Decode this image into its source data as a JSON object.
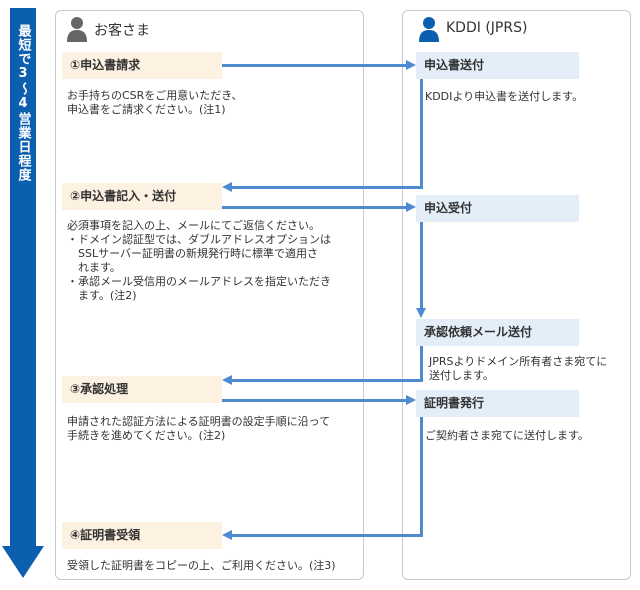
{
  "timeline": {
    "label": "最短で3〜4営業日程度"
  },
  "customer": {
    "title": "お客さま",
    "steps": [
      {
        "label": "①申込書請求",
        "desc": [
          "お手持ちのCSRをご用意いただき、",
          "申込書をご請求ください。(注1)"
        ]
      },
      {
        "label": "②申込書記入・送付",
        "desc": [
          "必須事項を記入の上、メールにてご返信ください。",
          "・ドメイン認証型では、ダブルアドレスオプションは",
          "　SSLサーバー証明書の新規発行時に標準で適用さ",
          "　れます。",
          "・承認メール受信用のメールアドレスを指定いただき",
          "　ます。(注2)"
        ]
      },
      {
        "label": "③承認処理",
        "desc": [
          "申請された認証方法による証明書の設定手順に沿って",
          "手続きを進めてください。(注2)"
        ]
      },
      {
        "label": "④証明書受領",
        "desc": [
          "受領した証明書をコピーの上、ご利用ください。(注3)"
        ]
      }
    ]
  },
  "provider": {
    "title": "KDDI (JPRS)",
    "steps": [
      {
        "label": "申込書送付",
        "desc": [
          "KDDIより申込書を送付します。"
        ]
      },
      {
        "label": "申込受付",
        "desc": []
      },
      {
        "label": "承認依頼メール送付",
        "desc": [
          "JPRSよりドメイン所有者さま宛てに",
          "送付します。"
        ]
      },
      {
        "label": "証明書発行",
        "desc": [
          "ご契約者さま宛てに送付します。"
        ]
      }
    ]
  },
  "colors": {
    "timeline": "#0b5fae",
    "connector": "#4d8ad0",
    "customer_step_bg": "#fdf1e1",
    "provider_step_bg": "#e3eef8"
  }
}
